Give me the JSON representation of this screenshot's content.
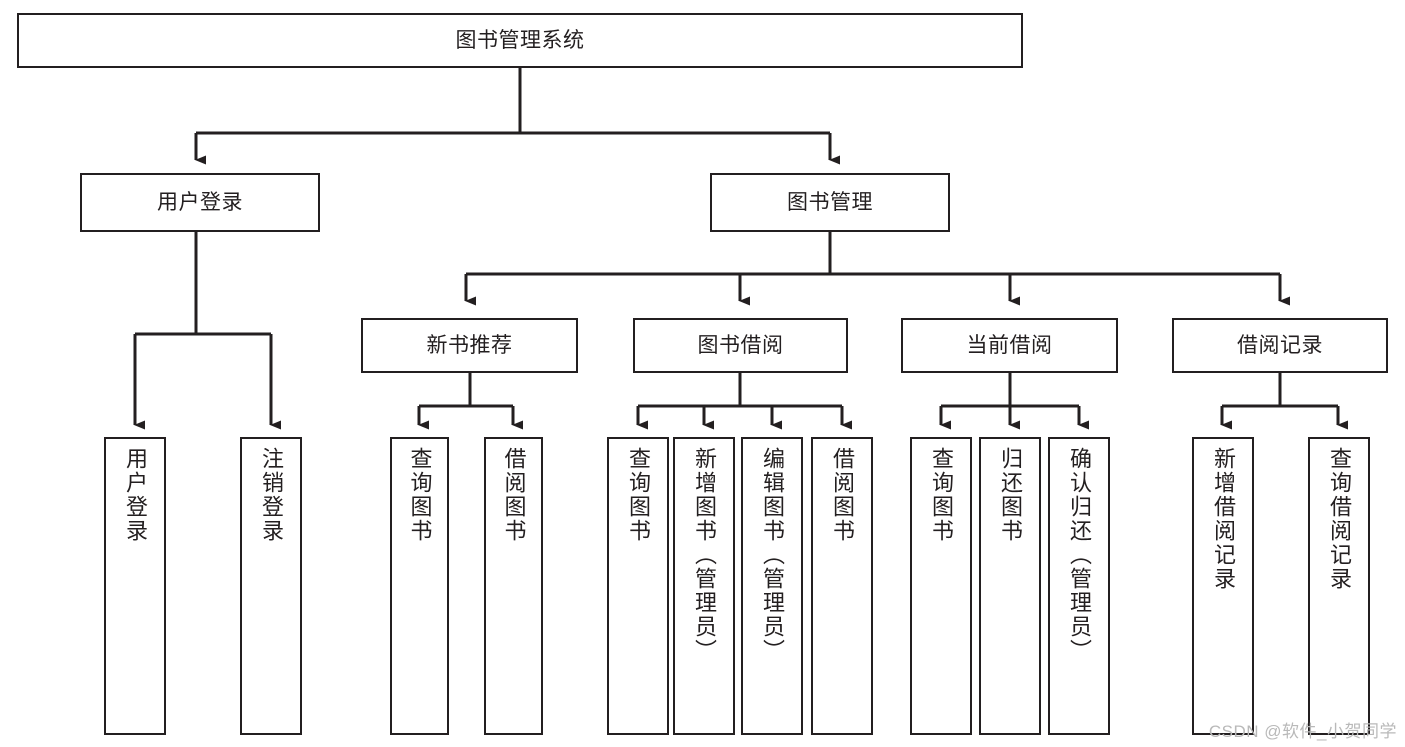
{
  "diagram": {
    "title": "图书管理系统",
    "type": "tree-hierarchy-chart",
    "root": {
      "label": "图书管理系统"
    },
    "level2": [
      {
        "label": "用户登录"
      },
      {
        "label": "图书管理"
      }
    ],
    "level3": [
      {
        "label": "新书推荐"
      },
      {
        "label": "图书借阅"
      },
      {
        "label": "当前借阅"
      },
      {
        "label": "借阅记录"
      }
    ],
    "leaves": {
      "user_login": [
        {
          "label": "用户登录"
        },
        {
          "label": "注销登录"
        }
      ],
      "new_book_recommend": [
        {
          "label": "查询图书"
        },
        {
          "label": "借阅图书"
        }
      ],
      "book_borrow": [
        {
          "label": "查询图书"
        },
        {
          "label": "新增图书（管理员）"
        },
        {
          "label": "编辑图书（管理员）"
        },
        {
          "label": "借阅图书"
        }
      ],
      "current_borrow": [
        {
          "label": "查询图书"
        },
        {
          "label": "归还图书"
        },
        {
          "label": "确认归还（管理员）"
        }
      ],
      "borrow_record": [
        {
          "label": "新增借阅记录"
        },
        {
          "label": "查询借阅记录"
        }
      ]
    }
  },
  "watermark": {
    "text": "CSDN @软件_小贺同学"
  },
  "colors": {
    "stroke": "#231f20",
    "fill": "#ffffff",
    "watermark": "#b9b9b9"
  }
}
